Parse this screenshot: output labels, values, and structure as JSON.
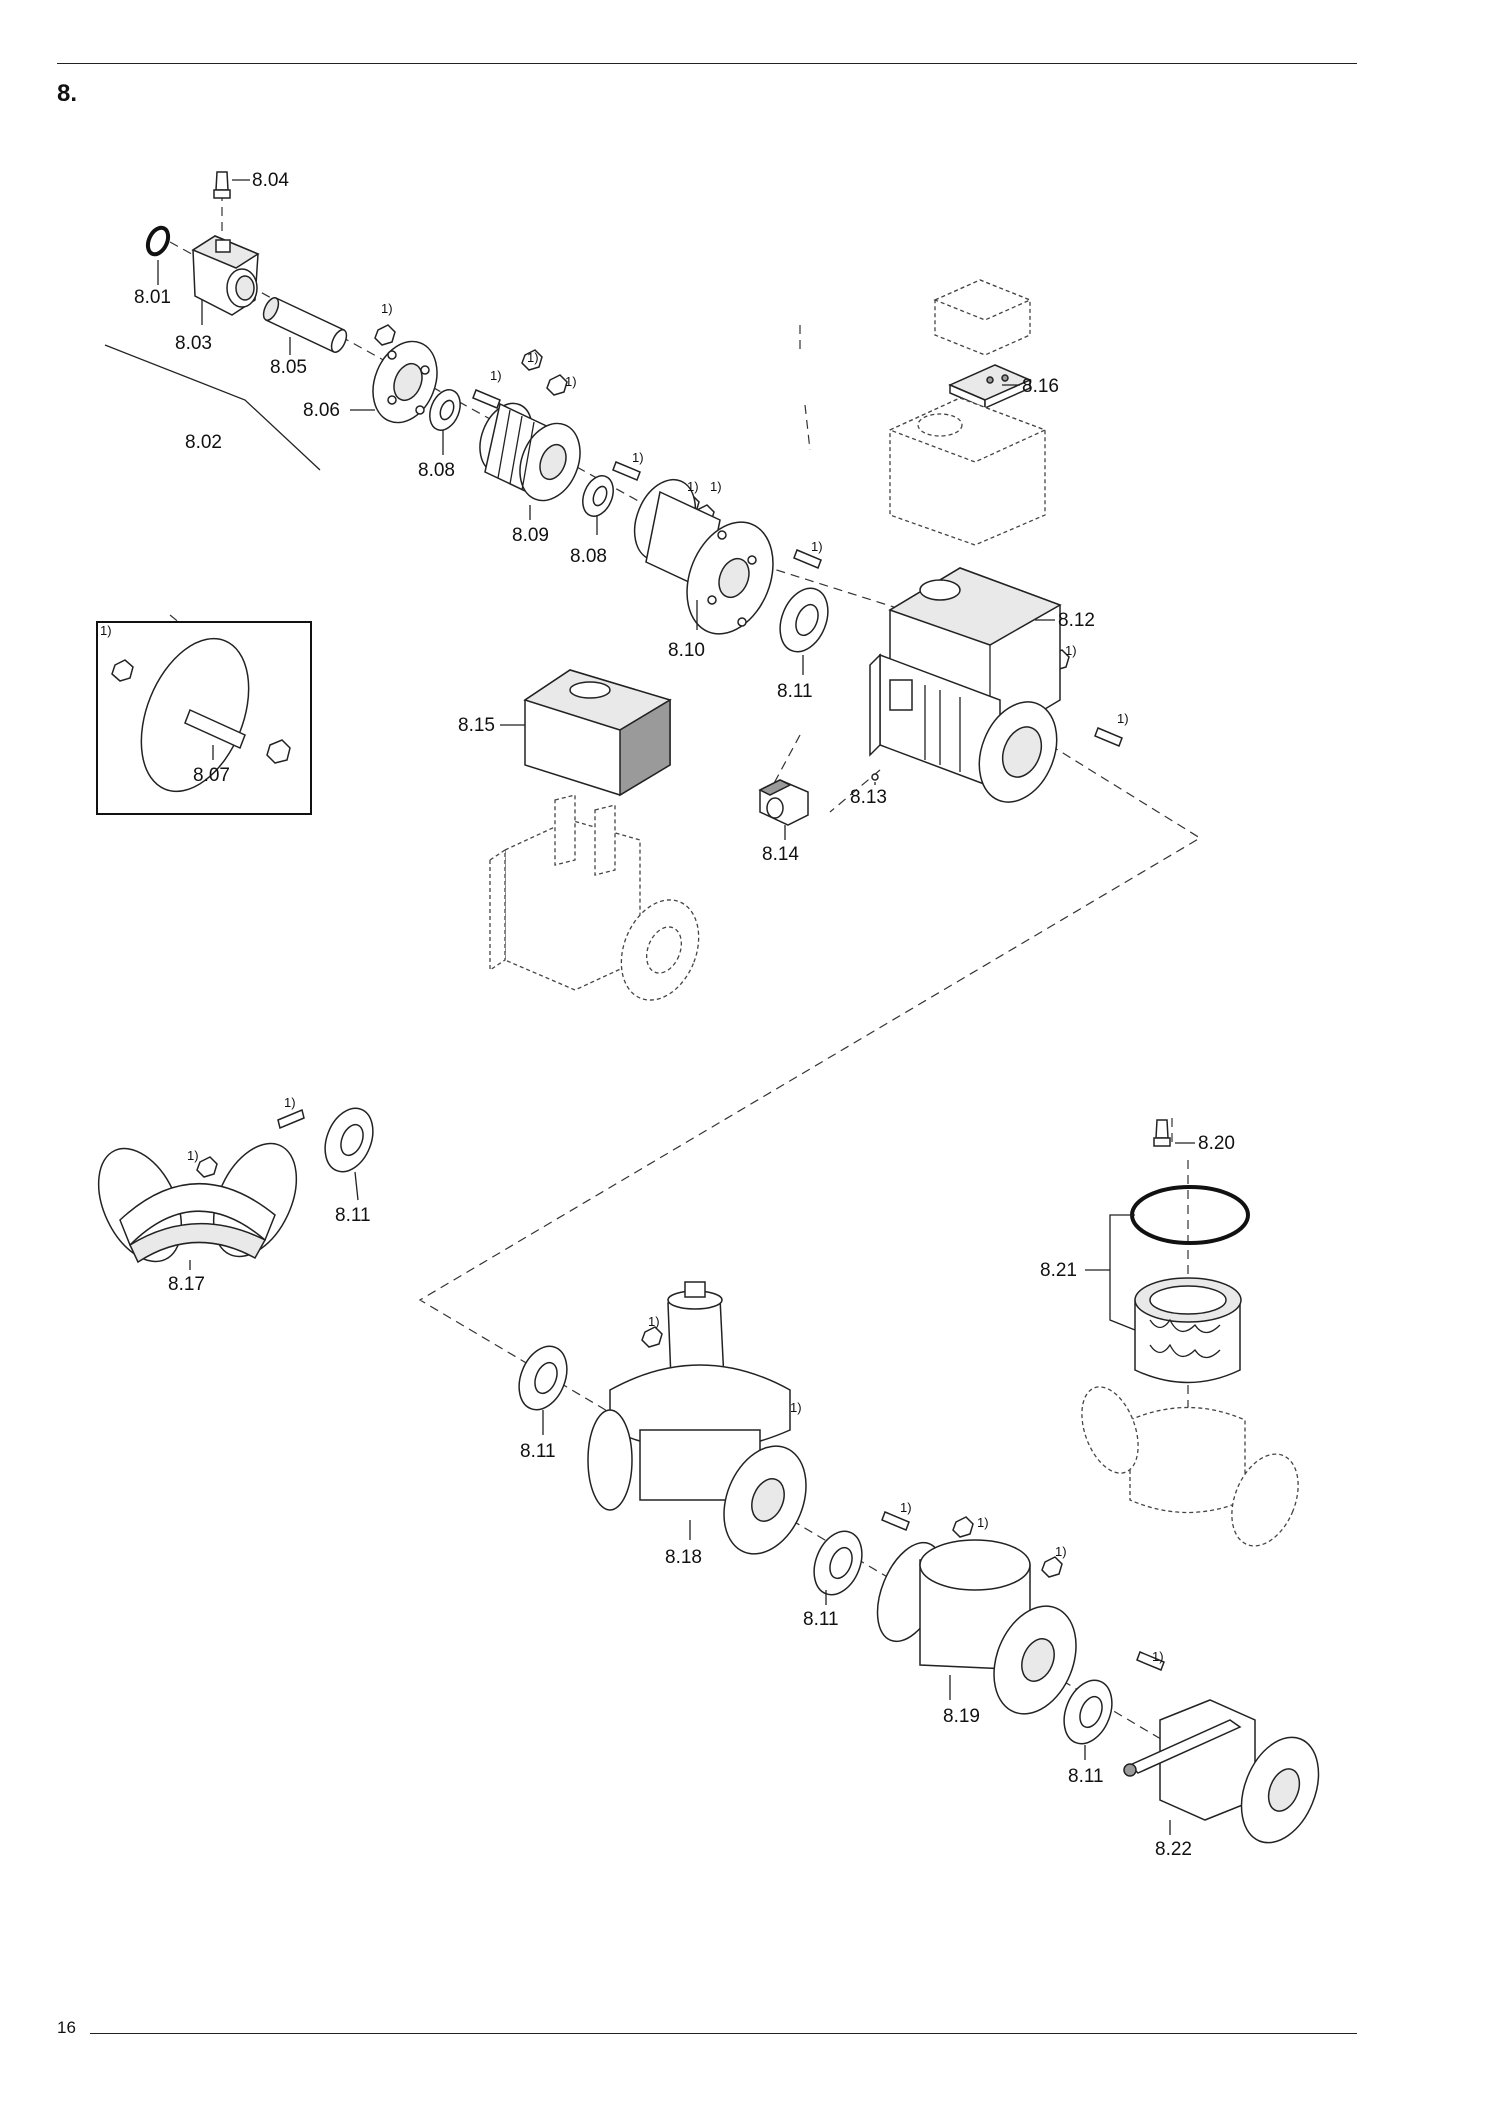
{
  "page": {
    "section_number": "8.",
    "page_number": "16"
  },
  "footnote_marker": "1)",
  "labels": {
    "p801": "8.01",
    "p802": "8.02",
    "p803": "8.03",
    "p804": "8.04",
    "p805": "8.05",
    "p806": "8.06",
    "p807": "8.07",
    "p808": "8.08",
    "p809": "8.09",
    "p810": "8.10",
    "p811": "8.11",
    "p812": "8.12",
    "p813": "8.13",
    "p814": "8.14",
    "p815": "8.15",
    "p816": "8.16",
    "p817": "8.17",
    "p818": "8.18",
    "p819": "8.19",
    "p820": "8.20",
    "p821": "8.21",
    "p822": "8.22"
  }
}
